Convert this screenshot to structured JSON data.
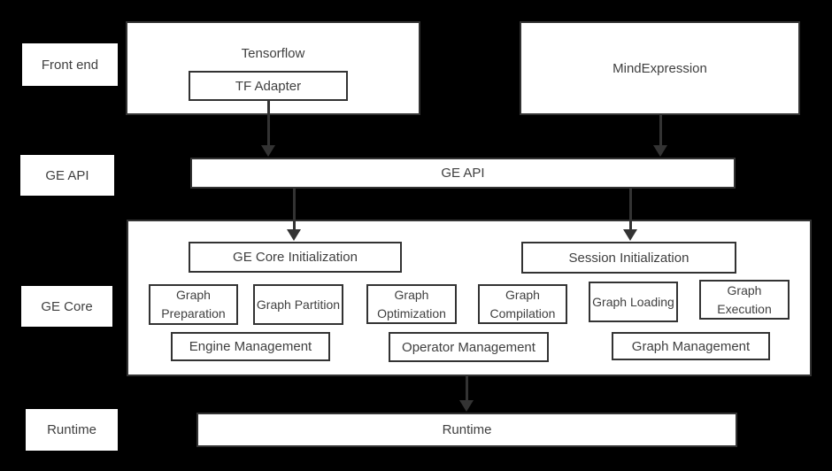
{
  "side_labels": {
    "front_end": "Front end",
    "ge_api": "GE API",
    "ge_core": "GE Core",
    "runtime": "Runtime"
  },
  "front_end": {
    "tensorflow_label": "Tensorflow",
    "tf_adapter_label": "TF Adapter",
    "mindexpression_label": "MindExpression"
  },
  "ge_api": {
    "bar_label": "GE API"
  },
  "ge_core": {
    "initialization_label": "GE Core Initialization",
    "session_label": "Session Initialization",
    "modules": [
      "Graph Preparation",
      "Graph Partition",
      "Graph Optimization",
      "Graph Compilation",
      "Graph Loading",
      "Graph Execution"
    ],
    "management": [
      "Engine Management",
      "Operator Management",
      "Graph Management"
    ]
  },
  "runtime": {
    "bar_label": "Runtime"
  },
  "colors": {
    "background": "#000000",
    "box_fill": "#ffffff",
    "box_border": "#333333",
    "text": "#404040",
    "arrow": "#333333"
  }
}
